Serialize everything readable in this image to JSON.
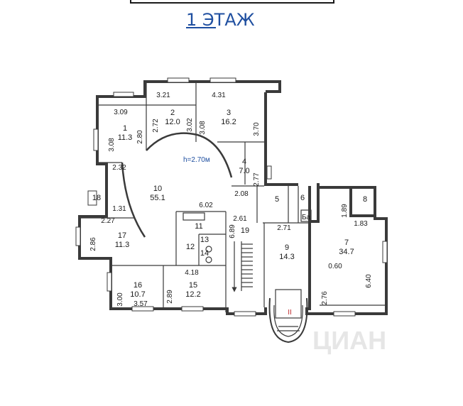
{
  "title": {
    "text": "1 ЭТАЖ",
    "color": "#1f4fa0"
  },
  "height_note": {
    "text": "h=2.70м",
    "color": "#1f4fa0"
  },
  "rooms": [
    {
      "id": "1",
      "area": "11.3"
    },
    {
      "id": "2",
      "area": "12.0"
    },
    {
      "id": "3",
      "area": "16.2"
    },
    {
      "id": "4",
      "area": "7.0"
    },
    {
      "id": "5",
      "area": ""
    },
    {
      "id": "6",
      "area": ""
    },
    {
      "id": "7",
      "area": "34.7"
    },
    {
      "id": "8",
      "area": ""
    },
    {
      "id": "9",
      "area": "14.3"
    },
    {
      "id": "10",
      "area": "55.1"
    },
    {
      "id": "11",
      "area": ""
    },
    {
      "id": "12",
      "area": ""
    },
    {
      "id": "13",
      "area": ""
    },
    {
      "id": "14",
      "area": ""
    },
    {
      "id": "15",
      "area": "12.2"
    },
    {
      "id": "16",
      "area": "10.7"
    },
    {
      "id": "17",
      "area": "11.3"
    },
    {
      "id": "18",
      "area": ""
    },
    {
      "id": "19",
      "area": ""
    }
  ],
  "dimensions": [
    "3.21",
    "4.31",
    "3.09",
    "2.72",
    "3.02",
    "3.08",
    "3.70",
    "3.08",
    "2.80",
    "2.32",
    "2.77",
    "2.08",
    "1.31",
    "6.02",
    "2.61",
    "2.71",
    "1.89",
    "1.83",
    "2.27",
    "2.86",
    "6.89",
    "0.60",
    "6.40",
    "4.18",
    "3.00",
    "3.57",
    "2.89",
    "2.76"
  ],
  "labels": {
    "bathtub": "Ба",
    "entrance": "II"
  },
  "watermark": "ЦИАН"
}
